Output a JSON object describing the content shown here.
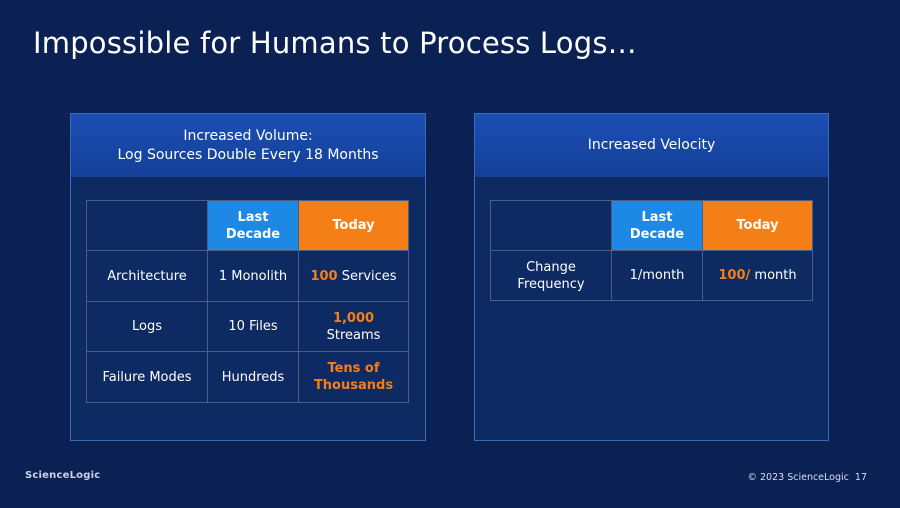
{
  "slide": {
    "title": "Impossible for Humans to Process Logs…"
  },
  "left_panel": {
    "header": "Increased Volume:\nLog Sources Double Every 18 Months",
    "columns": [
      "",
      "Last\nDecade",
      "Today"
    ],
    "rows": [
      {
        "label": "Architecture",
        "last": "1 Monolith",
        "today_hl": "100",
        "today_rest": " Services"
      },
      {
        "label": "Logs",
        "last": "10 Files",
        "today_hl": "1,000",
        "today_rest": "Streams"
      },
      {
        "label": "Failure Modes",
        "last": "Hundreds",
        "today_hl": "Tens of\nThousands",
        "today_rest": ""
      }
    ]
  },
  "right_panel": {
    "header": "Increased Velocity",
    "columns": [
      "",
      "Last\nDecade",
      "Today"
    ],
    "rows": [
      {
        "label": "Change\nFrequency",
        "last": "1/month",
        "today_hl": "100/",
        "today_rest": " month"
      }
    ]
  },
  "footer": {
    "logo": "ScienceLogic",
    "copyright": "© 2023 ScienceLogic",
    "page_number": "17"
  },
  "colors": {
    "background": "#0b2154",
    "panel_header": "#1c4fb3",
    "last_decade": "#1e88e5",
    "today": "#f57f17"
  }
}
